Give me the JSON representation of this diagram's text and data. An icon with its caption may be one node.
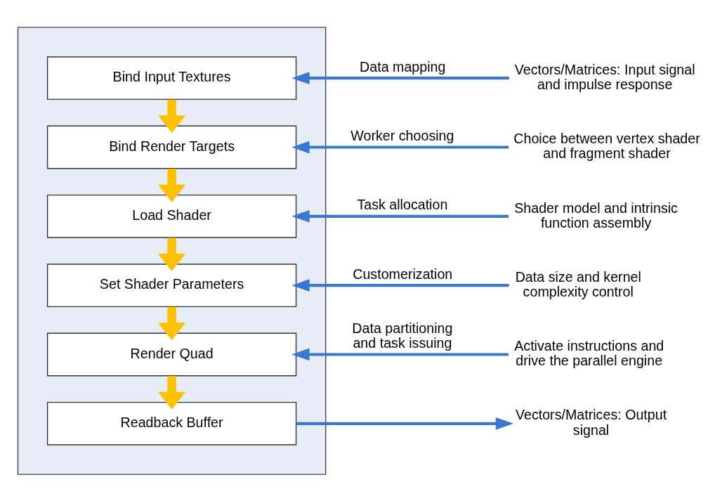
{
  "diagram": {
    "nodes": [
      {
        "text": [],
        "shape": "box"
      },
      {
        "text": [
          "Bind Input Textures"
        ],
        "in": 0
      },
      {
        "text": [
          "Bind Render Targets"
        ],
        "in": 0
      },
      {
        "text": [
          "Load Shader"
        ],
        "in": 0
      },
      {
        "text": [
          "Set Shader Parameters"
        ],
        "in": 0
      },
      {
        "text": [
          "Render Quad"
        ],
        "in": 0
      },
      {
        "text": [
          "Readback Buffer"
        ],
        "in": 0
      },
      {
        "text": [
          "Vectors/Matrices: Input signal and impulse response"
        ]
      },
      {
        "text": [
          "Choice between vertex shader and fragment shader"
        ]
      },
      {
        "text": [
          "Shader model and intrinsic function assembly"
        ]
      },
      {
        "text": [
          "Data size and kernel complexity control"
        ]
      },
      {
        "text": [
          "Activate instructions and drive the parallel engine"
        ]
      },
      {
        "text": [
          "Vectors/Matrices: Output signal"
        ]
      }
    ],
    "edges": [
      {
        "from": 1,
        "to": 2,
        "arrow": "to",
        "style": "thick",
        "color": "#ffc000"
      },
      {
        "from": 2,
        "to": 3,
        "arrow": "to",
        "style": "thick",
        "color": "#ffc000"
      },
      {
        "from": 3,
        "to": 4,
        "arrow": "to",
        "style": "thick",
        "color": "#ffc000"
      },
      {
        "from": 4,
        "to": 5,
        "arrow": "to",
        "style": "thick",
        "color": "#ffc000"
      },
      {
        "from": 5,
        "to": 6,
        "arrow": "to",
        "style": "thick",
        "color": "#ffc000"
      },
      {
        "from": 7,
        "to": 1,
        "arrow": "to",
        "label": "Data mapping"
      },
      {
        "from": 8,
        "to": 2,
        "arrow": "to",
        "label": "Worker choosing"
      },
      {
        "from": 9,
        "to": 3,
        "arrow": "to",
        "label": "Task allocation"
      },
      {
        "from": 10,
        "to": 4,
        "arrow": "to",
        "label": "Customerization"
      },
      {
        "from": 11,
        "to": 5,
        "arrow": "to",
        "label": "Data partitioning and task issuing"
      },
      {
        "from": 6,
        "to": 12,
        "arrow": "to"
      }
    ]
  }
}
